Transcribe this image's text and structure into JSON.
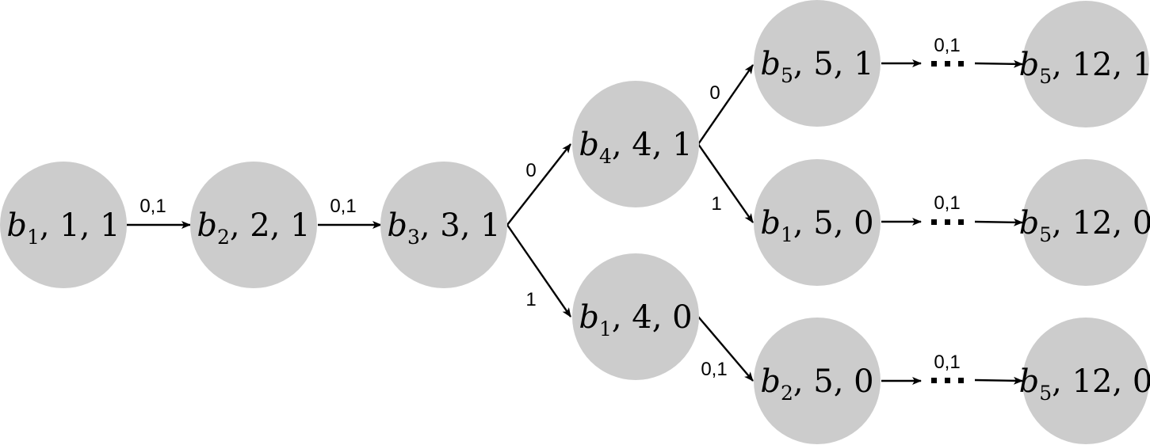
{
  "nodes": [
    {
      "id": "n1",
      "base": "b",
      "sub": "1",
      "rest": ", 1, 1"
    },
    {
      "id": "n2",
      "base": "b",
      "sub": "2",
      "rest": ", 2, 1"
    },
    {
      "id": "n3",
      "base": "b",
      "sub": "3",
      "rest": ", 3, 1"
    },
    {
      "id": "n4a",
      "base": "b",
      "sub": "4",
      "rest": ", 4, 1"
    },
    {
      "id": "n4b",
      "base": "b",
      "sub": "1",
      "rest": ", 4, 0"
    },
    {
      "id": "n5a",
      "base": "b",
      "sub": "5",
      "rest": ", 5, 1"
    },
    {
      "id": "n5b",
      "base": "b",
      "sub": "1",
      "rest": ", 5, 0"
    },
    {
      "id": "n5c",
      "base": "b",
      "sub": "2",
      "rest": ", 5, 0"
    },
    {
      "id": "n12a",
      "base": "b",
      "sub": "5",
      "rest": ", 12, 1"
    },
    {
      "id": "n12b",
      "base": "b",
      "sub": "5",
      "rest": ", 12, 0"
    },
    {
      "id": "n12c",
      "base": "b",
      "sub": "5",
      "rest": ", 12, 0"
    }
  ],
  "edge_labels": {
    "e12": "0,1",
    "e23": "0,1",
    "e3_4a": "0",
    "e3_4b": "1",
    "e4a_5a": "0",
    "e4a_5b": "1",
    "e4b_5c": "0,1",
    "e5a_12a": "0,1",
    "e5b_12b": "0,1",
    "e5c_12c": "0,1"
  }
}
